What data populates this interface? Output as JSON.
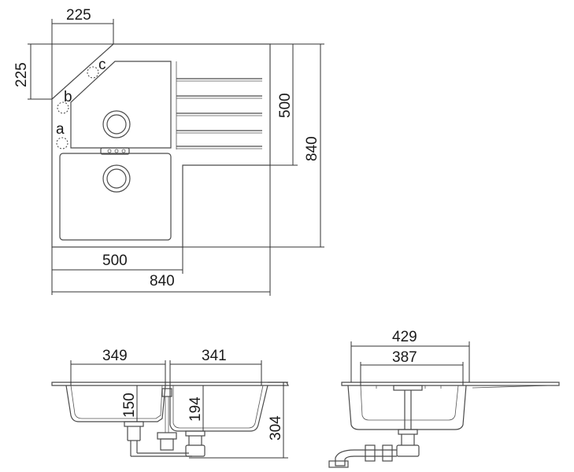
{
  "top_view": {
    "dims": {
      "corner_width": "225",
      "corner_height": "225",
      "drainer_height": "500",
      "total_height": "840",
      "bowl_width": "500",
      "total_width": "840"
    },
    "tap_holes": {
      "a": "a",
      "b": "b",
      "c": "c"
    }
  },
  "front_section": {
    "dims": {
      "left_bowl_width": "349",
      "right_bowl_width": "341",
      "left_bowl_depth": "150",
      "right_bowl_depth": "194",
      "total_depth": "304"
    }
  },
  "side_section": {
    "dims": {
      "outer_width": "429",
      "inner_width": "387"
    }
  }
}
